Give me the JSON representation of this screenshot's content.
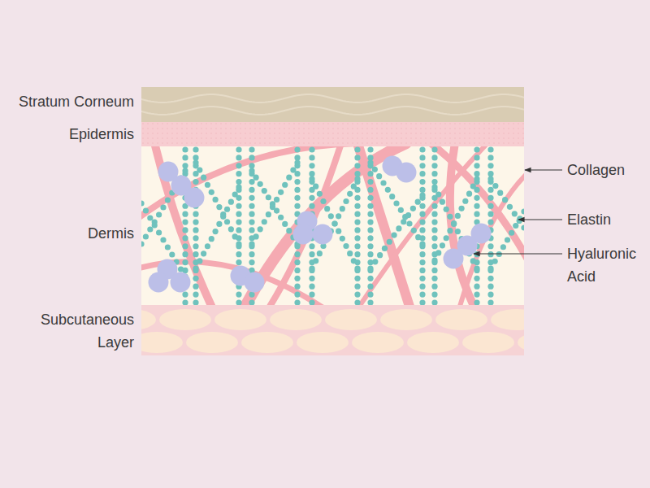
{
  "diagram": {
    "labels": [
      "Stratum Corneum",
      "Epidermis",
      "Dermis",
      "Subcutaneous Layer",
      "Collagen",
      "Elastin",
      "Hyaluronic Acid"
    ]
  }
}
